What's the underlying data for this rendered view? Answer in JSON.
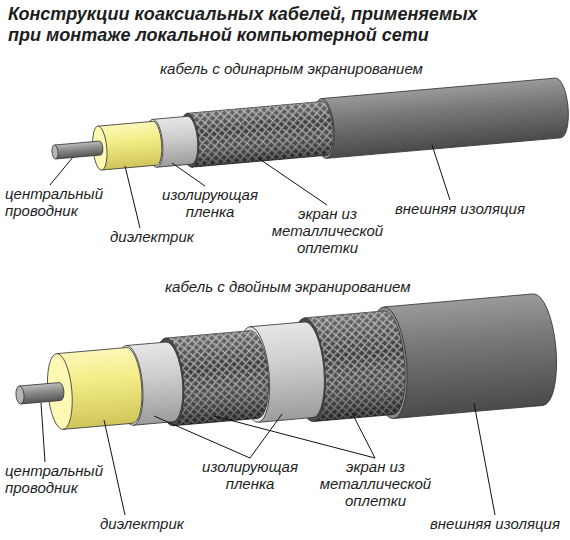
{
  "diagram": {
    "title": "Конструкции коаксиальных кабелей, применяемых при монтаже локальной компьютерной сети",
    "labels": [
      "кабель с одинарным экранированием",
      "центральный проводник",
      "изолирующая пленка",
      "диэлектрик",
      "экран из металлической оплетки",
      "внешняя изоляция",
      "кабель с двойным экранированием",
      "центральный проводник",
      "изолирующая пленка",
      "экран из металлической оплетки",
      "диэлектрик",
      "внешняя изоляция"
    ]
  }
}
